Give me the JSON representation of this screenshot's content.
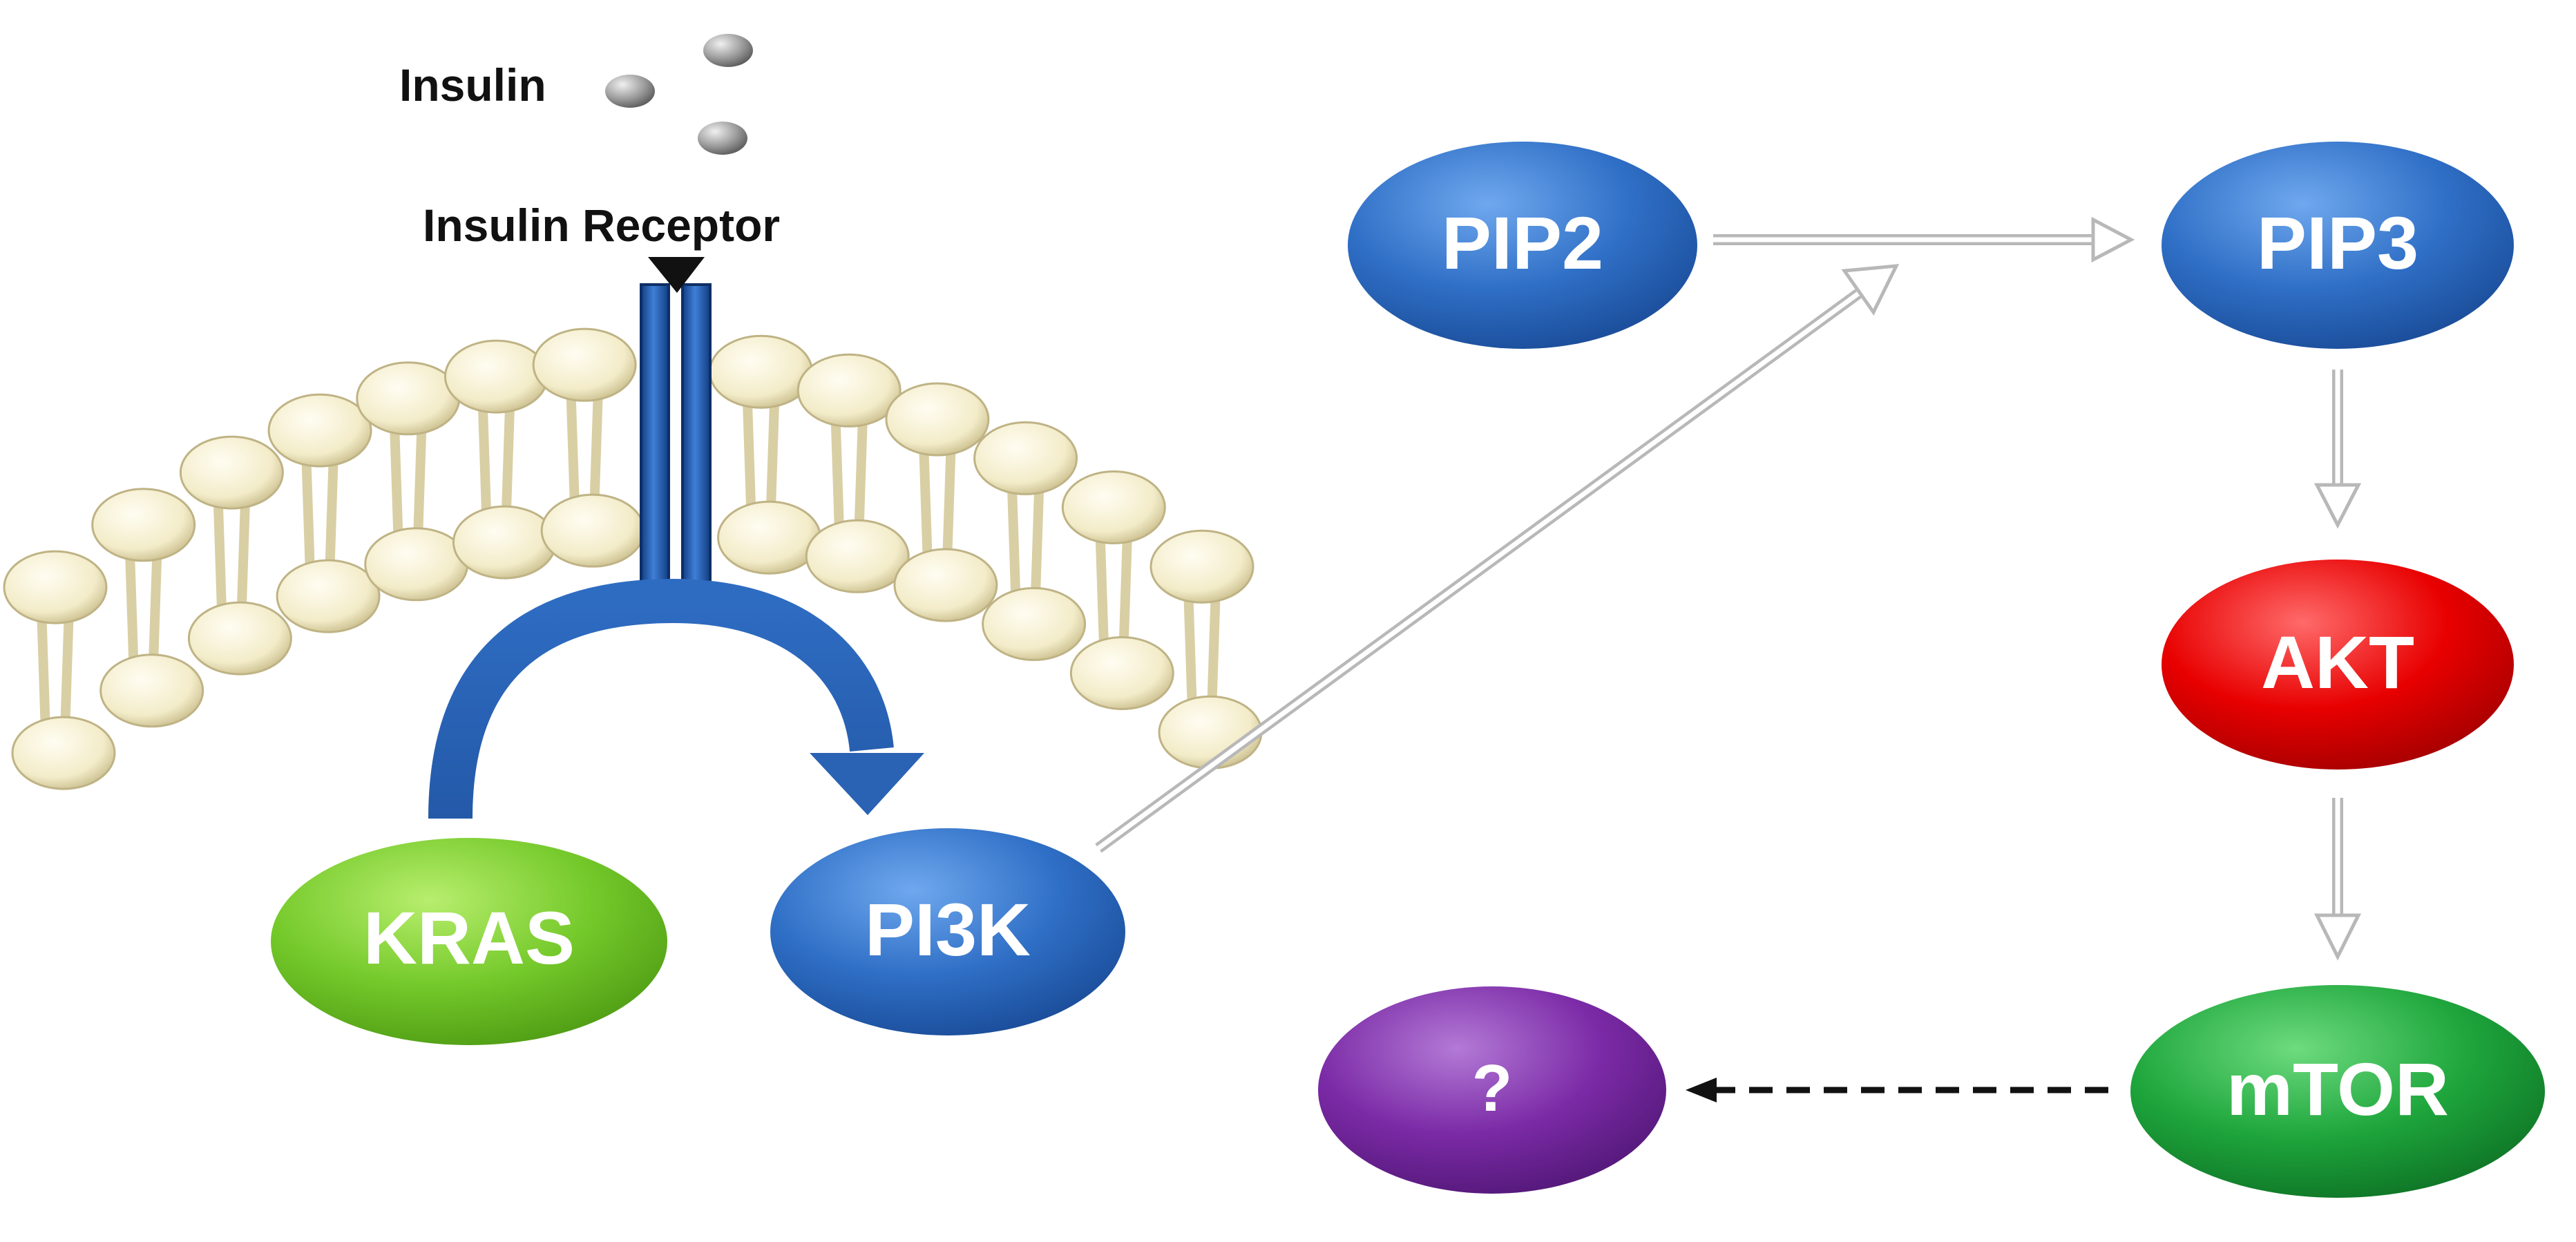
{
  "labels": {
    "insulin": "Insulin",
    "insulin_receptor": "Insulin Receptor"
  },
  "nodes": {
    "kras": "KRAS",
    "pi3k": "PI3K",
    "pip2": "PIP2",
    "pip3": "PIP3",
    "akt": "AKT",
    "mtor": "mTOR",
    "unknown": "?"
  },
  "colors": {
    "blue": "#2f6fc6",
    "green_kras": "#74c92a",
    "red": "#e80000",
    "green_mtor": "#1ea63c",
    "purple": "#7b2aa6",
    "lipid": "#f3ecc9",
    "arrow_grey": "#c8c8c8"
  }
}
